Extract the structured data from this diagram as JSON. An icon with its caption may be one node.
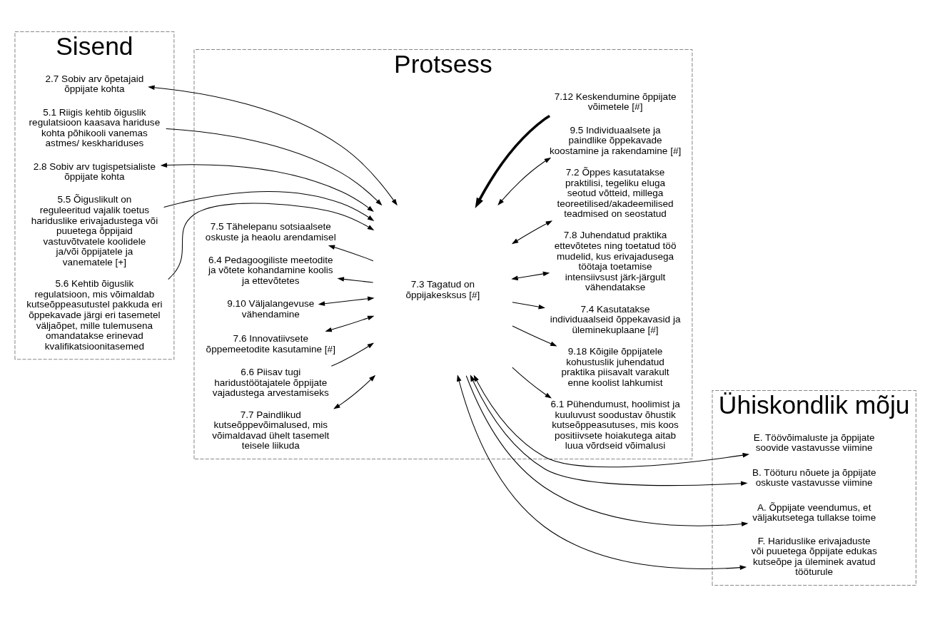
{
  "diagram": {
    "nodes": [
      {
        "text": [
          "Sisend"
        ]
      },
      {
        "text": [
          "2.7 Sobiv arv õpetajaid õppijate kohta"
        ],
        "in": 0
      },
      {
        "text": [
          "5.1 Riigis kehtib õiguslik regulatsioon kaasava hariduse kohta põhikooli vanemas astmes/ keskhariduses"
        ],
        "in": 0
      },
      {
        "text": [
          "2.8 Sobiv arv tugispetsialiste õppijate kohta"
        ],
        "in": 0
      },
      {
        "text": [
          "5.5 Õiguslikult on reguleeritud vajalik toetus hariduslike erivajadustega või puuetega õppijaid vastuvõtvatele koolidele ja/või õppijatele ja vanematele [+]"
        ],
        "in": 0
      },
      {
        "text": [
          "5.6 Kehtib õiguslik regulatsioon, mis võimaldab kutseõppeasutustel pakkuda eri õppekavade järgi eri tasemetel väljaõpet, mille tulemusena omandatakse erinevad kvalifikatsioonitasemed"
        ],
        "in": 0
      },
      {
        "text": [
          "Protsess"
        ]
      },
      {
        "text": [
          "7.5 Tähelepanu sotsiaalsete oskuste ja heaolu arendamisel"
        ],
        "in": 6
      },
      {
        "text": [
          "6.1 Pühendumust, hoolimist ja kuuluvust soodustav õhustik kutseõppeasutuses, mis koos positiivsete hoiakutega aitab luua võrdseid võimalusi"
        ],
        "in": 6
      },
      {
        "text": [
          "6.4 Pedagoogiliste meetodite ja võtete kohandamine koolis ja ettevõtetes"
        ],
        "in": 6
      },
      {
        "text": [
          "9.10 Väljalangevuse vähendamine"
        ],
        "in": 6
      },
      {
        "text": [
          "9.18 Kõigile õppijatele kohustuslik juhendatud praktika piisavalt varakult enne koolist lahkumist"
        ],
        "in": 6
      },
      {
        "text": [
          "7.3 Tagatud on õppijakesksus [#]"
        ],
        "in": 6
      },
      {
        "text": [
          "7.6 Innovatiivsete õppemeetodite kasutamine [#]"
        ],
        "in": 6
      },
      {
        "text": [
          "6.6 Piisav tugi haridustöötajatele õppijate vajadustega arvestamiseks"
        ],
        "in": 6
      },
      {
        "text": [
          "7.4 Kasutatakse individuaalseid õppekavasid ja üleminekuplaane [#]"
        ],
        "in": 6
      },
      {
        "text": [
          "7.8 Juhendatud praktika ettevõtetes ning toetatud töö mudelid, kus erivajadusega töötaja toetamise intensiivsust järk-järgult vähendatakse"
        ],
        "in": 6
      },
      {
        "text": [
          "7.2 Õppes kasutatakse praktilisi, tegeliku eluga seotud võtteid, millega teoreetilised/akadeemilised teadmised on seostatud"
        ],
        "in": 6
      },
      {
        "text": [
          "9.5 Individuaalsete ja paindlike õppekavade koostamine ja rakendamine [#]"
        ],
        "in": 6
      },
      {
        "text": [
          "7.7 Paindlikud kutseõppevõimalused, mis võimaldavad ühelt tasemelt teisele liikuda"
        ],
        "in": 6
      },
      {
        "text": [
          "7.12 Keskendumine õppijate võimetele [#]"
        ],
        "in": 6
      },
      {
        "text": [
          "Ühiskondlik mõju"
        ]
      },
      {
        "text": [
          "E. Töövõimaluste ja õppijate soovide vastavusse viimine"
        ],
        "in": 21
      },
      {
        "text": [
          "B. Tööturu nõuete ja õppijate oskuste vastavusse viimine"
        ],
        "in": 21
      },
      {
        "text": [
          "A. Õppijate veendumus, et väljakutsetega tullakse toime"
        ],
        "in": 21
      },
      {
        "text": [
          "F. Hariduslike erivajaduste või puuetega õppijate edukas kutseõpe ja üleminek avatud tööturule"
        ],
        "in": 21
      }
    ],
    "edges": [
      {
        "from": 12,
        "to": 1,
        "arrow": "both"
      },
      {
        "from": 2,
        "to": 12,
        "arrow": "to"
      },
      {
        "from": 12,
        "to": 9,
        "arrow": "to"
      },
      {
        "from": 12,
        "to": 7,
        "arrow": "to"
      },
      {
        "from": 12,
        "to": 8,
        "arrow": "to"
      },
      {
        "from": 10,
        "to": 12,
        "arrow": "both"
      },
      {
        "from": 12,
        "to": 11,
        "arrow": "to"
      },
      {
        "from": 3,
        "to": 12,
        "arrow": "both"
      },
      {
        "from": 4,
        "to": 12,
        "arrow": "to"
      },
      {
        "from": 5,
        "to": 12,
        "arrow": "to"
      },
      {
        "from": 13,
        "to": 12,
        "arrow": "both"
      },
      {
        "from": 14,
        "to": 12,
        "arrow": "to"
      },
      {
        "from": 19,
        "to": 12,
        "arrow": "both"
      },
      {
        "from": 12,
        "to": 15,
        "arrow": "to"
      },
      {
        "from": 12,
        "to": 17,
        "arrow": "both"
      },
      {
        "from": 20,
        "to": 12,
        "arrow": "to",
        "style": "thick"
      },
      {
        "from": 12,
        "to": 18,
        "arrow": "both"
      },
      {
        "from": 12,
        "to": 16,
        "arrow": "both"
      },
      {
        "from": 12,
        "to": 22,
        "arrow": "both"
      },
      {
        "from": 12,
        "to": 23,
        "arrow": "both"
      },
      {
        "from": 12,
        "to": 24,
        "arrow": "to"
      },
      {
        "from": 12,
        "to": 25,
        "arrow": "both"
      }
    ]
  }
}
